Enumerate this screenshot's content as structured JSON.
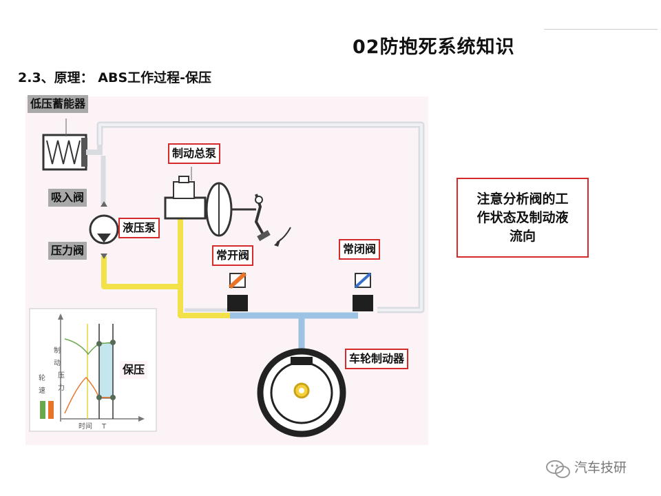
{
  "header": {
    "title": "02防抱死系统知识",
    "subtitle": "2.3、原理： ABS工作过程-保压"
  },
  "labels": {
    "low_pressure_accumulator": "低压蓄能器",
    "master_cylinder": "制动总泵",
    "inlet_valve": "吸入阀",
    "hydraulic_pump": "液压泵",
    "pressure_valve": "压力阀",
    "normally_open_valve": "常开阀",
    "normally_closed_valve": "常闭阀",
    "wheel_brake": "车轮制动器",
    "hold_pressure": "保压"
  },
  "graph": {
    "y_label_1": "制",
    "y_label_2": "动",
    "y_label_3": "压",
    "y_label_4": "力",
    "y_label_5": "轮",
    "y_label_6": "速",
    "x_label": "时间",
    "x_unit": "T"
  },
  "note": {
    "line1": "注意分析阀的工",
    "line2": "作状态及制动液",
    "line3": "流向"
  },
  "footer": {
    "brand": "汽车技研"
  },
  "colors": {
    "blue_line": "#9cc3e3",
    "yellow_line": "#f3e14a",
    "grey_line": "#d9dde2",
    "label_border": "#d62a2a",
    "valve_orange": "#e8742a",
    "valve_blue": "#3a6fc9"
  }
}
